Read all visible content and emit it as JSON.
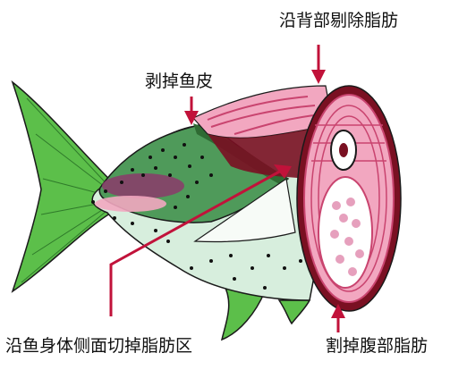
{
  "labels": {
    "remove_back_fat": "沿背部剔除脂肪",
    "remove_skin": "剥掉鱼皮",
    "cut_side_fat": "沿鱼身体侧面切掉脂肪区",
    "remove_belly_fat": "割掉腹部脂肪"
  },
  "colors": {
    "fin_green": "#5cbf4a",
    "skin_green": "#4f9a5a",
    "flesh_light": "#d7eedd",
    "flesh_pink": "#f2a7c0",
    "fat_stripe": "#c9446f",
    "arrow_red": "#c1123a",
    "outline": "#1a1a1a",
    "dark_band": "#7a1022"
  }
}
